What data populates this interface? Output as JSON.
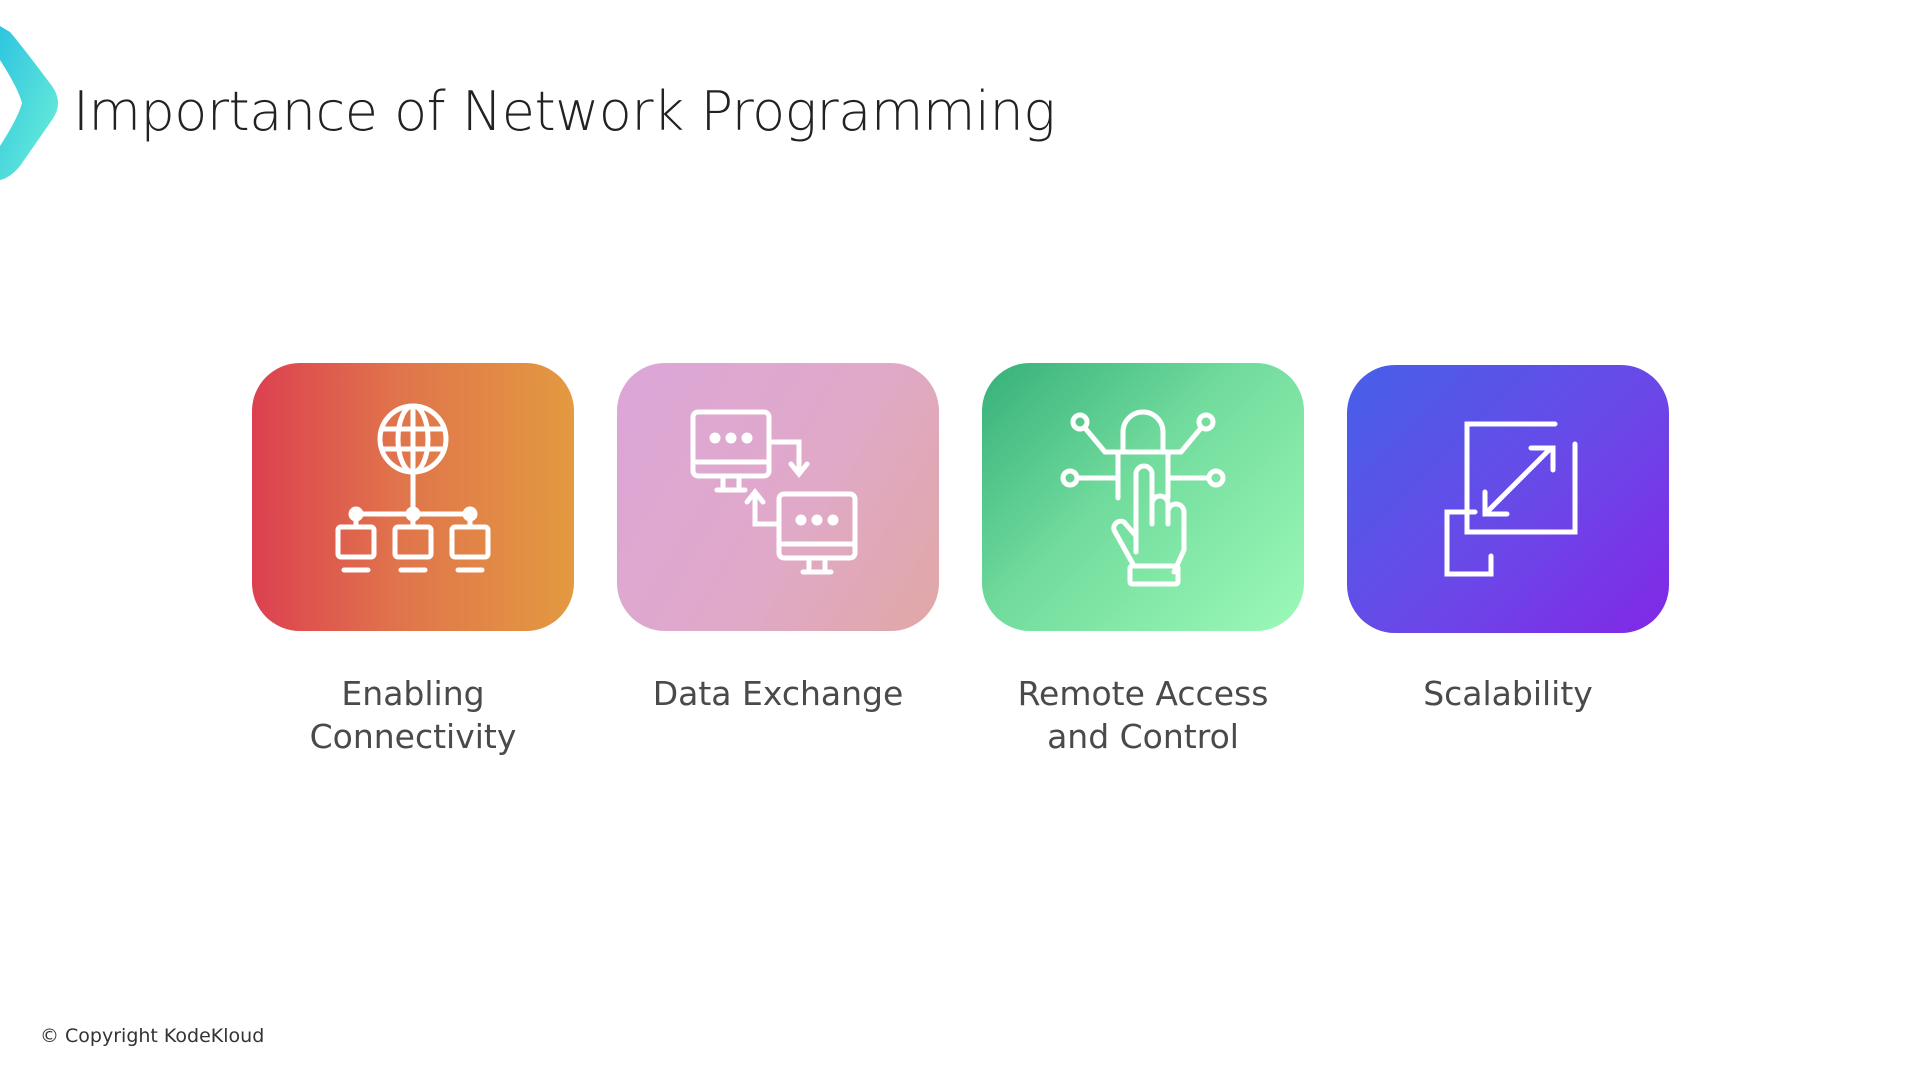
{
  "header": {
    "title": "Importance of Network Programming"
  },
  "cards": [
    {
      "label_line1": "Enabling",
      "label_line2": "Connectivity",
      "icon": "network-globe-icon"
    },
    {
      "label_line1": "Data Exchange",
      "label_line2": "",
      "icon": "data-exchange-icon"
    },
    {
      "label_line1": "Remote Access",
      "label_line2": "and Control",
      "icon": "remote-touch-icon"
    },
    {
      "label_line1": "Scalability",
      "label_line2": "",
      "icon": "scale-resize-icon"
    }
  ],
  "footer": {
    "copyright": "© Copyright KodeKloud"
  },
  "colors": {
    "accent": "#3fd8d8",
    "title": "#222222",
    "label": "#4a4a4a"
  }
}
